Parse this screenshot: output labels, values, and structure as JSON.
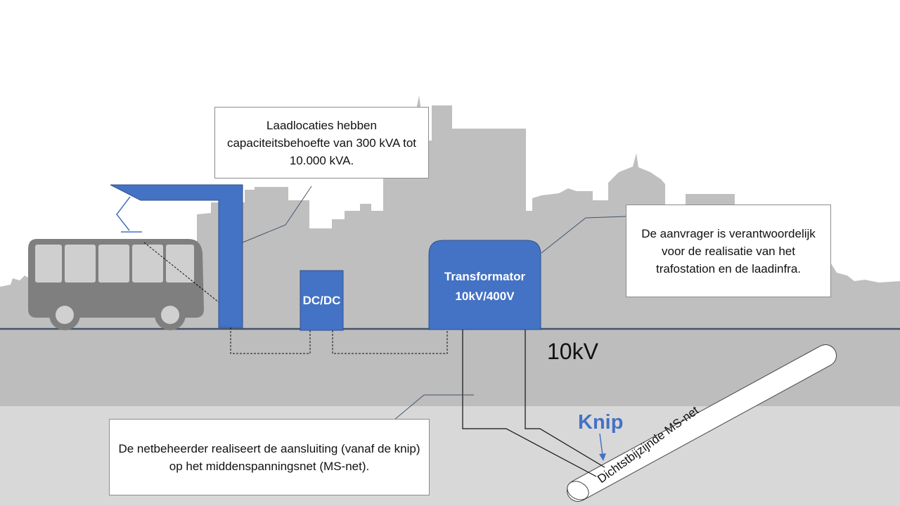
{
  "callouts": {
    "charging_locations": "Laadlocaties hebben capaciteitsbehoefte  van 300 kVA tot 10.000 kVA.",
    "applicant": "De aanvrager is verantwoordelijk voor de realisatie van het trafostation en de laadinfra.",
    "grid_operator": "De netbeheerder  realiseert  de aansluiting (vanaf de knip) op het middenspanningsnet  (MS-net)."
  },
  "components": {
    "dcdc": "DC/DC",
    "transformer_line1": "Transformator",
    "transformer_line2": "10kV/400V"
  },
  "labels": {
    "voltage": "10kV",
    "knip": "Knip",
    "cable": "Dichtstbijzijnde MS-net"
  },
  "colors": {
    "accent_blue": "#4472c4",
    "skyline_gray": "#bfbfbf",
    "ground_gray": "#bdbdbd",
    "underground_gray": "#d9d8d9",
    "bus_gray": "#7f7f7f",
    "ground_line": "#44546a"
  }
}
